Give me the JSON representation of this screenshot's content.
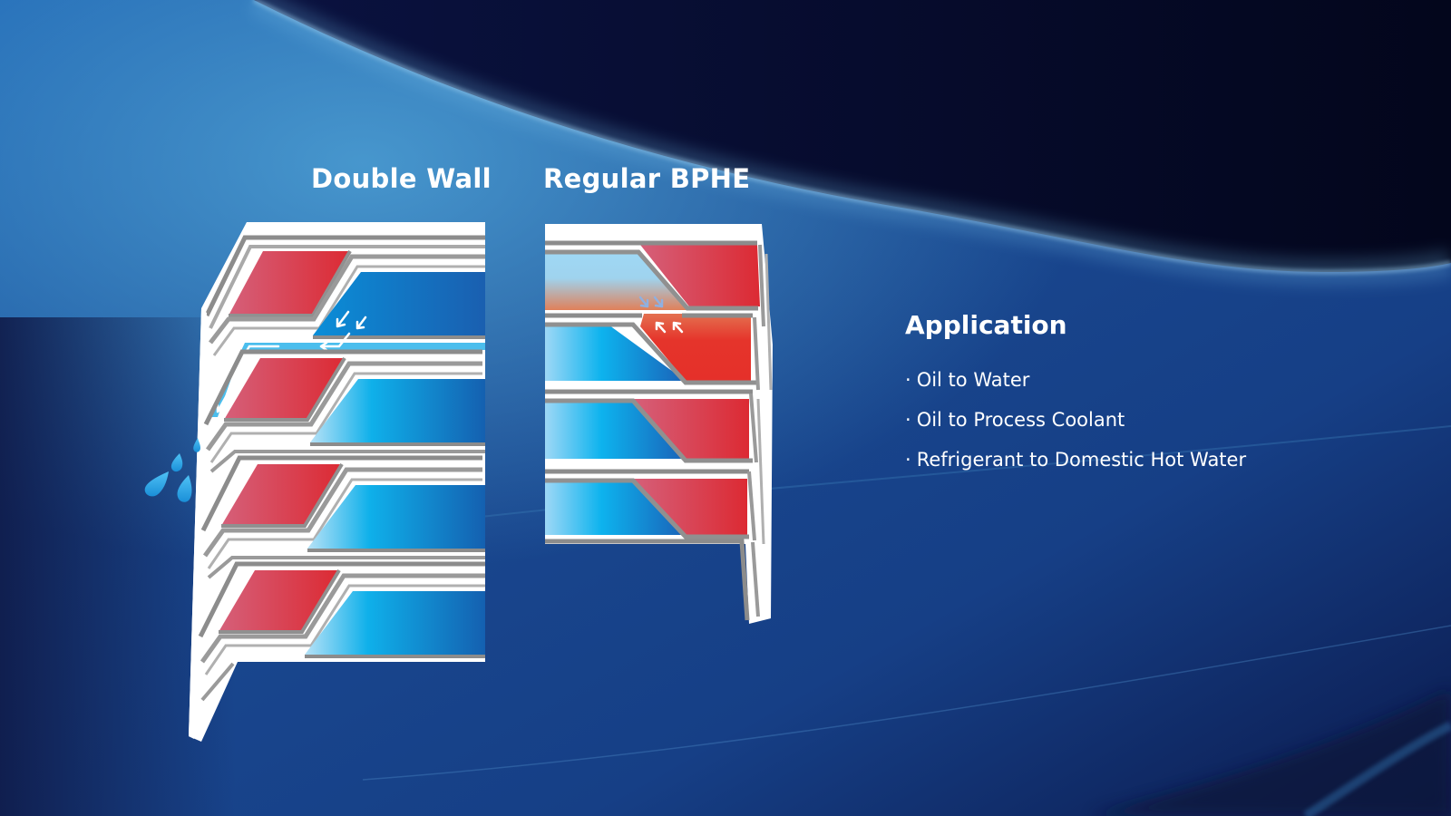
{
  "slide": {
    "diagrams": [
      {
        "title": "Double Wall",
        "type": "double-wall-plate-cross-section"
      },
      {
        "title": "Regular BPHE",
        "type": "single-wall-plate-cross-section"
      }
    ],
    "application": {
      "heading": "Application",
      "bullet": "·",
      "items": [
        "Oil to Water",
        "Oil to Process Coolant",
        "Refrigerant to Domestic Hot Water"
      ]
    },
    "colors": {
      "hot_fluid": "#d9364a",
      "cold_fluid": "#0aa8e6",
      "plate": "#ffffff",
      "plate_shadow": "#8a8a8a",
      "background_dark": "#070b24",
      "background_blue": "#1d4e94"
    }
  }
}
